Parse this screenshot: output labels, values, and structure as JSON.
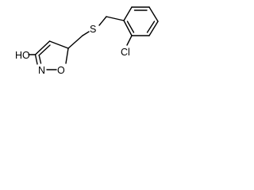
{
  "molecule": {
    "atoms": {
      "oh": "HO",
      "n": "N",
      "o": "O",
      "s": "S",
      "cl": "Cl"
    }
  }
}
